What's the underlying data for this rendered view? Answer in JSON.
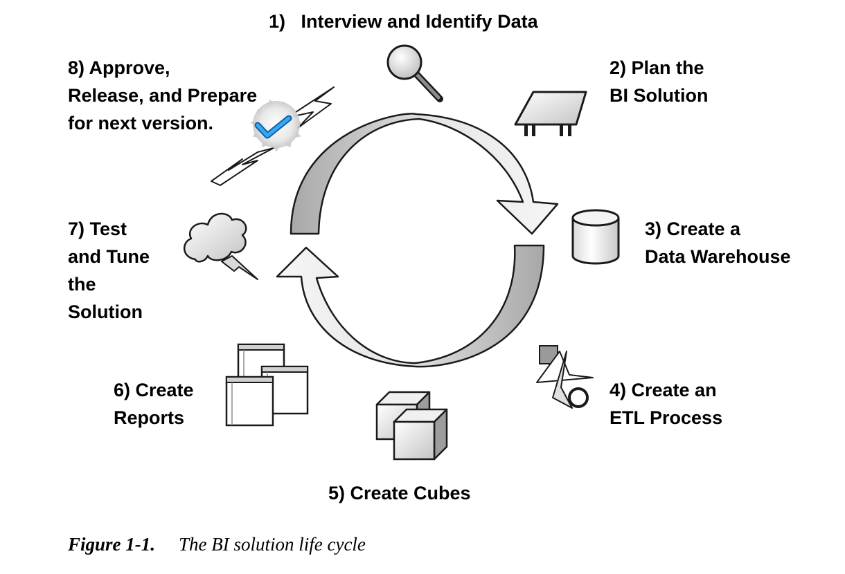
{
  "steps": [
    {
      "id": 1,
      "lines": [
        "1)   Interview and Identify Data"
      ],
      "icon": "magnifier-icon"
    },
    {
      "id": 2,
      "lines": [
        "2) Plan the",
        "BI Solution"
      ],
      "icon": "blueprint-table-icon"
    },
    {
      "id": 3,
      "lines": [
        "3) Create a",
        "Data Warehouse"
      ],
      "icon": "database-cylinder-icon"
    },
    {
      "id": 4,
      "lines": [
        "4) Create an",
        "ETL Process"
      ],
      "icon": "etl-transform-icon"
    },
    {
      "id": 5,
      "lines": [
        "5) Create Cubes"
      ],
      "icon": "cubes-icon"
    },
    {
      "id": 6,
      "lines": [
        "6) Create",
        "Reports"
      ],
      "icon": "reports-windows-icon"
    },
    {
      "id": 7,
      "lines": [
        "7) Test",
        "and Tune",
        "the",
        "Solution"
      ],
      "icon": "thought-cloud-icon"
    },
    {
      "id": 8,
      "lines": [
        "8) Approve,",
        "Release, and Prepare",
        "for next version."
      ],
      "icon": "approval-checkmark-icon"
    }
  ],
  "caption": {
    "label": "Figure 1-1.",
    "text": "The BI solution life cycle"
  },
  "colors": {
    "arrow_fill_light": "#f2f2f2",
    "arrow_fill_dark": "#a8a8a8",
    "outline": "#1a1a1a",
    "checkmark": "#1e90e0"
  }
}
